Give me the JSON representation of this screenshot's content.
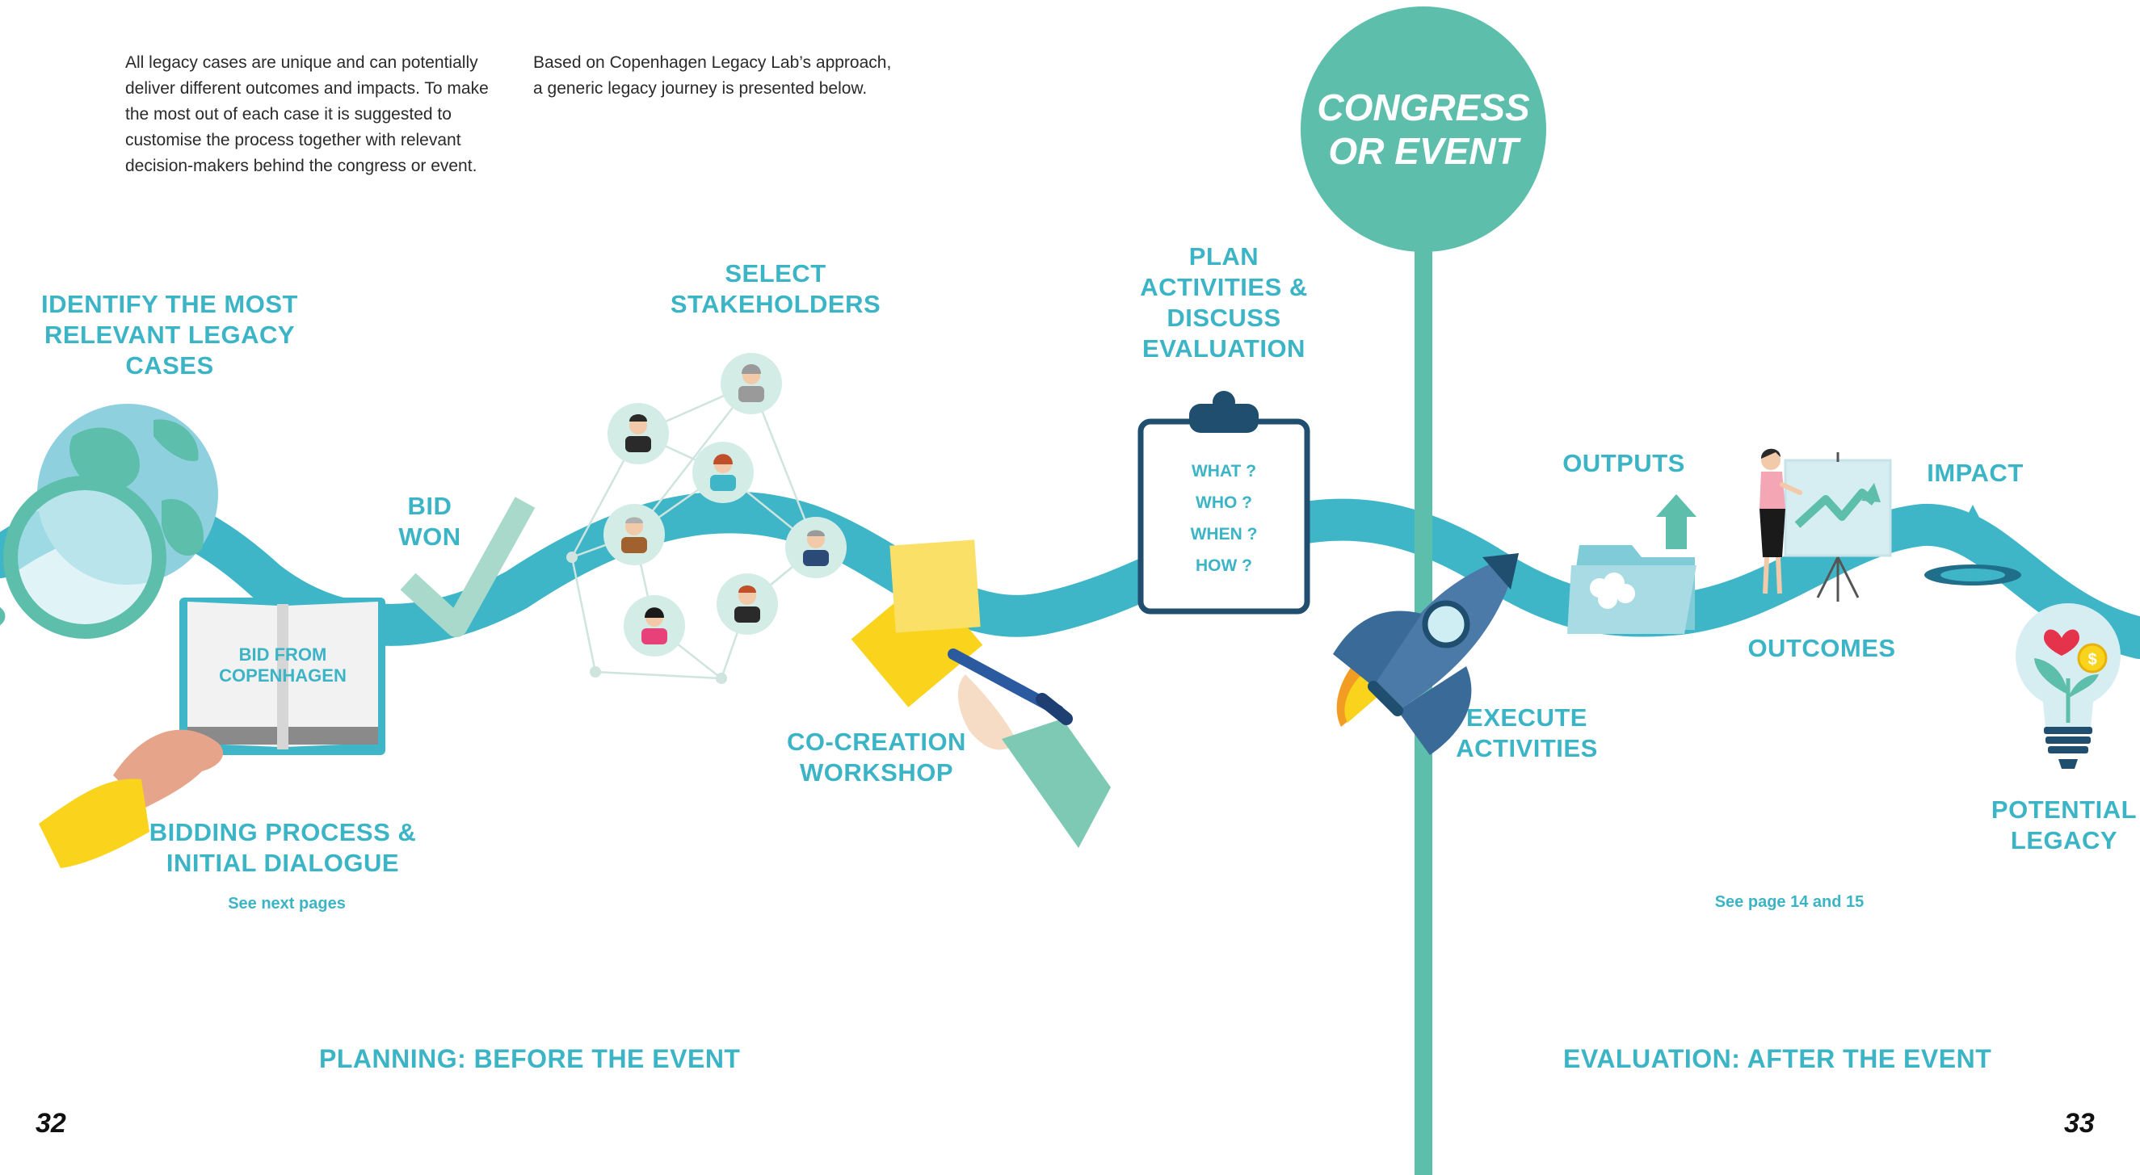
{
  "intro": {
    "left_paragraph": "All legacy cases are unique and can potentially\ndeliver different outcomes and impacts. To make\nthe most out of each case it is suggested to\ncustomise the process  together with relevant\ndecision-makers behind the congress or event.",
    "right_paragraph": "Based on Copenhagen Legacy Lab’s approach,\na generic legacy journey is presented below."
  },
  "center": {
    "title": "CONGRESS\nOR EVENT"
  },
  "steps": {
    "identify": "IDENTIFY THE MOST\nRELEVANT LEGACY\nCASES",
    "bid_won": "BID\nWON",
    "bidding": "BIDDING PROCESS &\nINITIAL DIALOGUE",
    "select": "SELECT\nSTAKEHOLDERS",
    "cocreation": "CO-CREATION\nWORKSHOP",
    "plan": "PLAN\nACTIVITIES &\nDISCUSS\nEVALUATION",
    "execute": "EXECUTE\nACTIVITIES",
    "outputs": "OUTPUTS",
    "outcomes": "OUTCOMES",
    "impact": "IMPACT",
    "legacy": "POTENTIAL\nLEGACY"
  },
  "book_label": "BID FROM\nCOPENHAGEN",
  "clipboard_questions": [
    "WHAT ?",
    "WHO ?",
    "WHEN ?",
    "HOW ?"
  ],
  "notes": {
    "see_next": "See next pages",
    "see_page": "See page 14 and 15"
  },
  "phases": {
    "planning_key": "PLANNING:",
    "planning_rest": " BEFORE THE EVENT",
    "evaluation_key": "EVALUATION:",
    "evaluation_rest": " AFTER THE EVENT"
  },
  "page_numbers": {
    "left": "32",
    "right": "33"
  },
  "colors": {
    "road": "#3fb6c8",
    "teal_green": "#5cbeab",
    "text_teal": "#3bb4c6",
    "navy": "#1f4e6e",
    "yellow": "#f9d31c",
    "red_heart": "#e5334b"
  }
}
